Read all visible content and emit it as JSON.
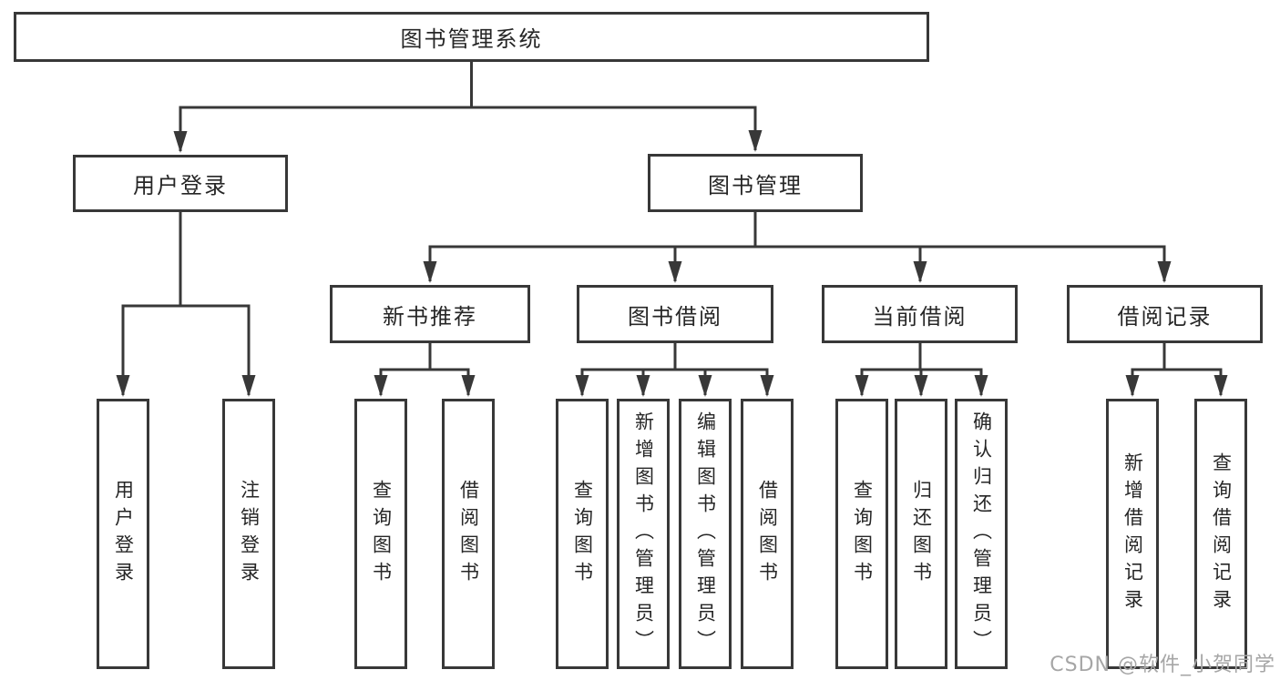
{
  "diagram": {
    "title": "图书管理系统",
    "root": {
      "label": "图书管理系统"
    },
    "branches": [
      {
        "label": "用户登录",
        "children": [
          {
            "label": "用户登录"
          },
          {
            "label": "注销登录"
          }
        ]
      },
      {
        "label": "图书管理",
        "groups": [
          {
            "label": "新书推荐",
            "children": [
              {
                "label": "查询图书"
              },
              {
                "label": "借阅图书"
              }
            ]
          },
          {
            "label": "图书借阅",
            "children": [
              {
                "label": "查询图书"
              },
              {
                "label": "新增图书（管理员）"
              },
              {
                "label": "编辑图书（管理员）"
              },
              {
                "label": "借阅图书"
              }
            ]
          },
          {
            "label": "当前借阅",
            "children": [
              {
                "label": "查询图书"
              },
              {
                "label": "归还图书"
              },
              {
                "label": "确认归还（管理员）"
              }
            ]
          },
          {
            "label": "借阅记录",
            "children": [
              {
                "label": "新增借阅记录"
              },
              {
                "label": "查询借阅记录"
              }
            ]
          }
        ]
      }
    ]
  },
  "watermark": {
    "text": "CSDN @软件_小贺同学"
  },
  "colors": {
    "line": "#383838",
    "box_border": "#383838",
    "box_background": "#ffffff",
    "text": "#262626",
    "watermark": "#a6a6a6"
  }
}
